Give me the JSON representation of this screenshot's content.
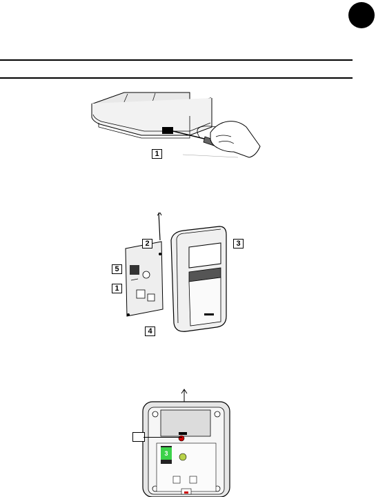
{
  "figure1": {
    "callouts": [
      "1"
    ]
  },
  "figure2": {
    "callouts": [
      "2",
      "3",
      "5",
      "1",
      "4"
    ]
  },
  "figure3": {
    "callouts": [
      ""
    ],
    "module_label": "3"
  },
  "icons": [
    "page-tab-icon",
    "screwdriver-icon",
    "hand-icon",
    "cable-icon",
    "screw-icon"
  ]
}
